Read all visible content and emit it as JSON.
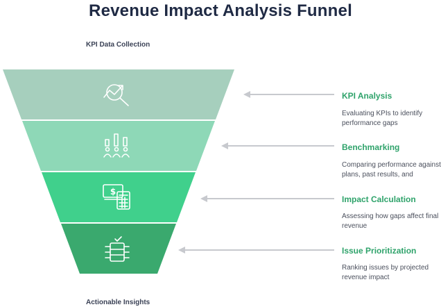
{
  "title": "Revenue Impact Analysis Funnel",
  "top_label": "KPI Data Collection",
  "bottom_label": "Actionable Insights",
  "stages": [
    {
      "title": "KPI Analysis",
      "desc": "Evaluating KPIs to identify performance gaps",
      "icon": "analytics-magnifier-icon",
      "color": "#a6cfbd"
    },
    {
      "title": "Benchmarking",
      "desc": "Comparing performance against plans, past results, and",
      "icon": "team-bar-chart-icon",
      "color": "#8ed8b7"
    },
    {
      "title": "Impact Calculation",
      "desc": "Assessing how gaps affect final revenue",
      "icon": "money-calculator-icon",
      "color": "#40d08c"
    },
    {
      "title": "Issue Prioritization",
      "desc": "Ranking issues by projected revenue impact",
      "icon": "server-checklist-icon",
      "color": "#3aa96e"
    }
  ]
}
